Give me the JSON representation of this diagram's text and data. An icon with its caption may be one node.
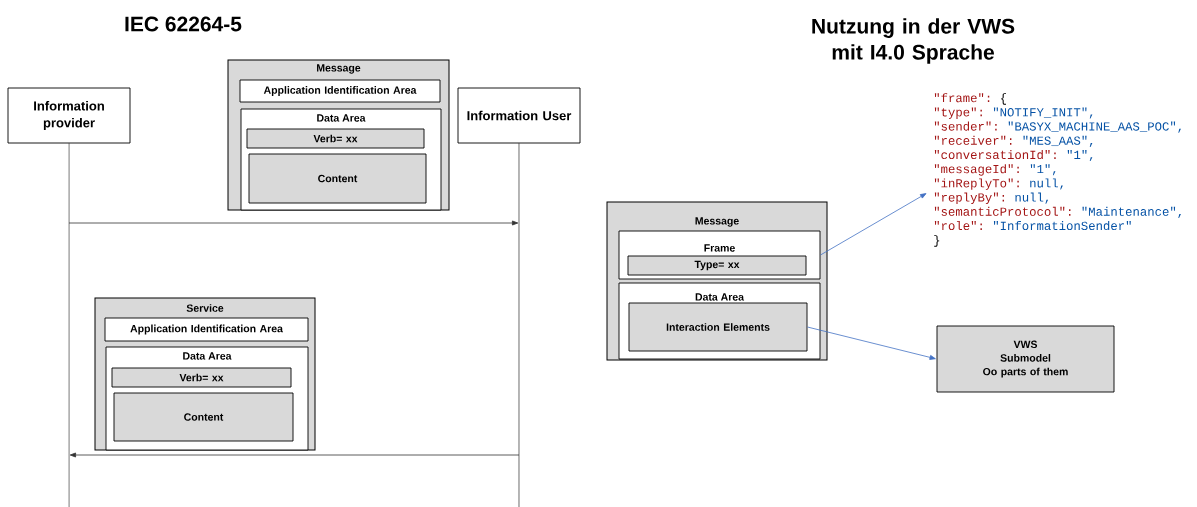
{
  "diagram": {
    "nodes": [
      {
        "text": [
          "Information provider"
        ]
      },
      {
        "text": [
          "Information User"
        ]
      },
      {
        "text": [
          "Message"
        ]
      },
      {
        "text": [
          "Application Identification Area"
        ],
        "in": 2
      },
      {
        "text": [
          "Data Area"
        ],
        "in": 2
      },
      {
        "text": [
          "Verb= xx"
        ],
        "in": 4
      },
      {
        "text": [
          "Content"
        ],
        "in": 4
      },
      {
        "text": [
          "Service"
        ]
      },
      {
        "text": [
          "Application Identification Area"
        ],
        "in": 7
      },
      {
        "text": [
          "Data Area"
        ],
        "in": 7
      },
      {
        "text": [
          "Verb= xx"
        ],
        "in": 9
      },
      {
        "text": [
          "Content"
        ],
        "in": 9
      },
      {
        "text": [
          "Message"
        ]
      },
      {
        "text": [
          "Frame"
        ],
        "in": 12
      },
      {
        "text": [
          "Type= xx"
        ],
        "in": 13
      },
      {
        "text": [
          "Data Area"
        ],
        "in": 12
      },
      {
        "text": [
          "Interaction Elements"
        ],
        "in": 15
      },
      {
        "text": [
          "\"frame\":",
          "{",
          "\"type\":",
          "\"NOTIFY_INIT\",",
          "\"sender\":",
          "\"BASYX_MACHINE_AAS_POC\",",
          "\"receiver\":",
          "\"MES_AAS\",",
          "\"conversationId\":",
          "\"1\",",
          "\"messageId\":",
          "\"1\",",
          "\"inReplyTo\":",
          "null,",
          "\"replyBy\":",
          "null,",
          "\"semanticProtocol\":",
          "\"Maintenance\",",
          "\"role\":",
          "\"InformationSender\"",
          "}"
        ]
      },
      {
        "text": [
          "VWS",
          "Submodel",
          "Oo parts of them"
        ]
      }
    ],
    "edges": [
      {
        "from": 0,
        "to": 1,
        "arrow": "to"
      },
      {
        "from": 1,
        "to": 0,
        "arrow": "to"
      },
      {
        "from": 13,
        "to": 17,
        "arrow": "to",
        "color": "#4472c4"
      },
      {
        "from": 16,
        "to": 18,
        "arrow": "to",
        "color": "#4472c4"
      }
    ],
    "labels": [
      "IEC 62264-5",
      "Nutzung in der VWS mit I4.0 Sprache"
    ]
  }
}
